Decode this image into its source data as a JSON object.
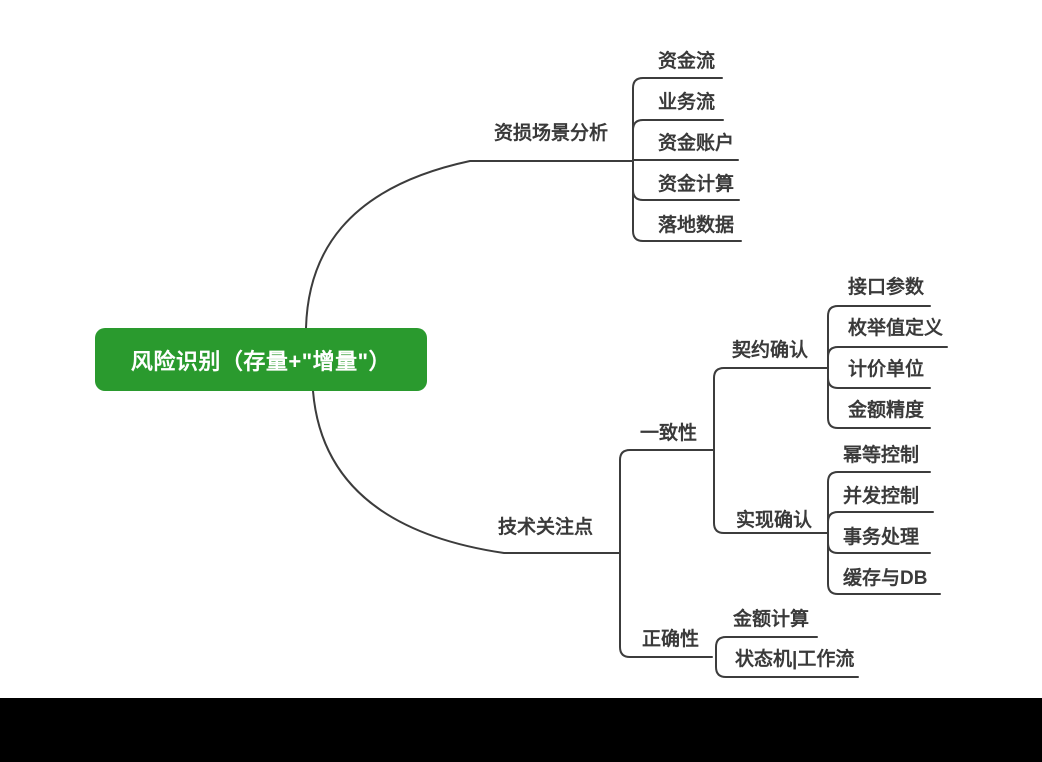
{
  "colors": {
    "root_bg": "#2a9a2e",
    "line": "#3c3c3c",
    "text": "#3a3a3a",
    "letterbox": "#000000"
  },
  "mindmap": {
    "root": "风险识别（存量+\"增量\"）",
    "branch1": {
      "label": "资损场景分析",
      "children": [
        "资金流",
        "业务流",
        "资金账户",
        "资金计算",
        "落地数据"
      ]
    },
    "branch2": {
      "label": "技术关注点",
      "children": [
        {
          "label": "一致性",
          "children": [
            {
              "label": "契约确认",
              "children": [
                "接口参数",
                "枚举值定义",
                "计价单位",
                "金额精度"
              ]
            },
            {
              "label": "实现确认",
              "children": [
                "幂等控制",
                "并发控制",
                "事务处理",
                "缓存与DB"
              ]
            }
          ]
        },
        {
          "label": "正确性",
          "children": [
            "金额计算",
            "状态机|工作流"
          ]
        }
      ]
    }
  }
}
